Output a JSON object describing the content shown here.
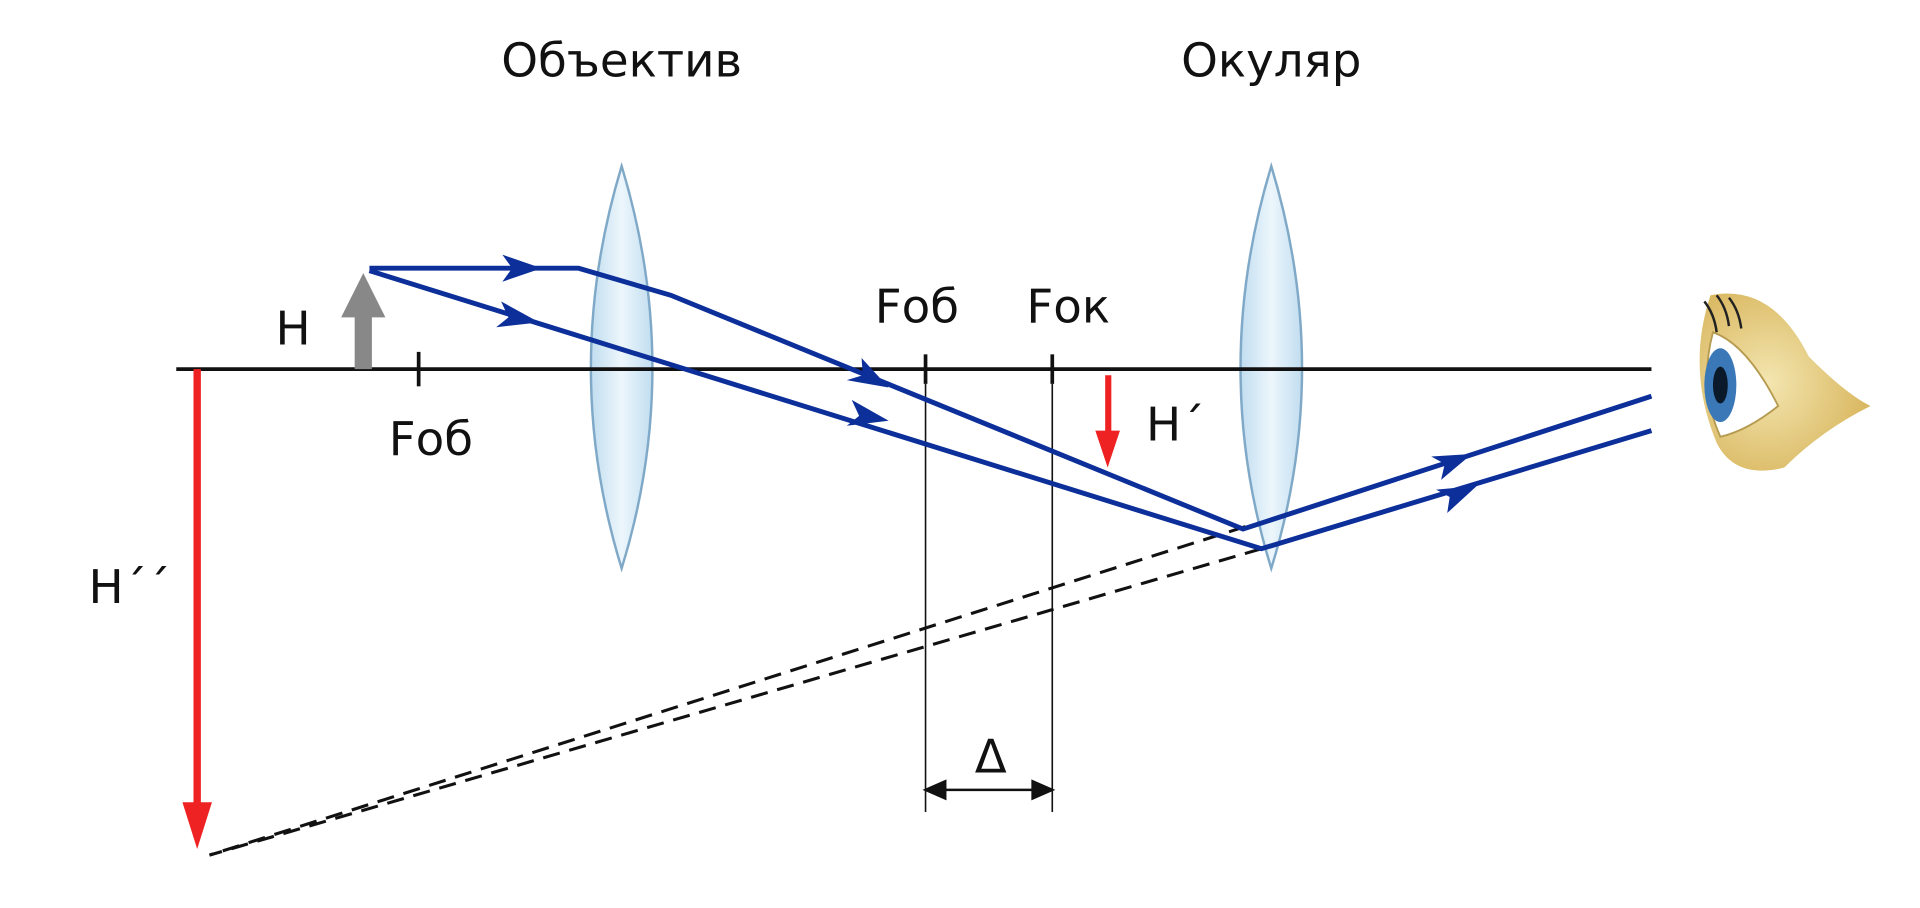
{
  "labels": {
    "objective": "Объектив",
    "eyepiece": "Окуляр",
    "object": "H",
    "f_ob_left": "Fоб",
    "f_ob_right": "Fоб",
    "f_ok": "Fок",
    "image1": "H´",
    "image2": "H´´",
    "delta": "Δ"
  },
  "colors": {
    "ray": "#0d2f9a",
    "image_arrow": "#ee2222",
    "object_arrow": "#888888",
    "lens_fill": "#cfe6f4",
    "lens_stroke": "#6a9bbf"
  }
}
